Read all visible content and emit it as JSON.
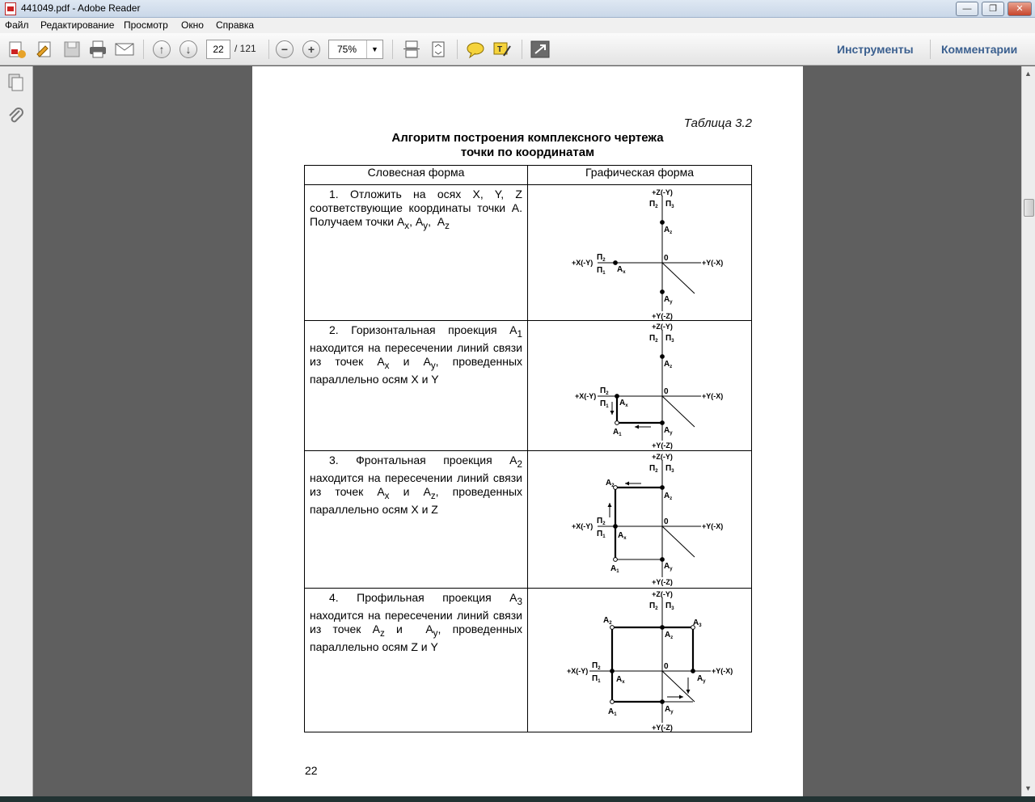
{
  "window": {
    "title": "441049.pdf - Adobe Reader"
  },
  "menu": [
    "Файл",
    "Редактирование",
    "Просмотр",
    "Окно",
    "Справка"
  ],
  "toolbar": {
    "page_current": "22",
    "page_total": "/ 121",
    "zoom": "75%",
    "tools_label": "Инструменты",
    "comments_label": "Комментарии"
  },
  "document": {
    "caption": "Таблица 3.2",
    "heading_line1": "Алгоритм построения комплексного чертежа",
    "heading_line2": "точки по координатам",
    "col_text": "Словесная форма",
    "col_graphic": "Графическая форма",
    "rows": [
      {
        "html": "1. Отложить на осях X, Y, Z соответствующие координаты точки А. Получаем точки А<sub>x</sub>, А<sub>y</sub>, &nbsp;А<sub>z</sub>"
      },
      {
        "html": "2. Горизонтальная проекция А<sub>1</sub> находится на пересечении линий связи из точек А<sub>x</sub> и А<sub>y</sub>, проведенных параллельно осям X и Y"
      },
      {
        "html": "3. Фронтальная проекция А<sub>2</sub> находится на пересечении линий связи из точек А<sub>x</sub> и А<sub>z</sub>, проведенных параллельно осям X и Z"
      },
      {
        "html": "4. Профильная проекция А<sub>3</sub> находится на пересечении линий связи из точек А<sub>z</sub> и &nbsp;А<sub>y</sub>, проведенных параллельно осям Z и Y"
      }
    ],
    "axis_labels": {
      "z_top": "+Z(-Y)",
      "x_left": "+X(-Y)",
      "y_right": "+Y(-X)",
      "y_bottom": "+Y(-Z)",
      "origin": "0",
      "pi1": "П1",
      "pi2": "П2",
      "pi3": "П3"
    },
    "page_number": "22"
  }
}
